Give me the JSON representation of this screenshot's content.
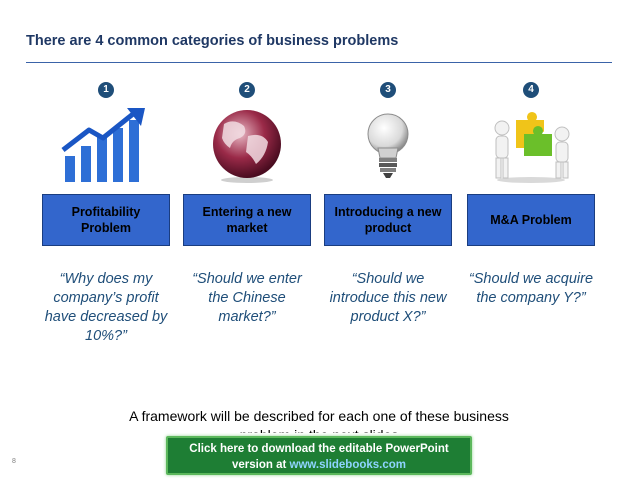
{
  "slide": {
    "title": "There are 4 common categories of business problems",
    "page_number": "8"
  },
  "categories": [
    {
      "number": "1",
      "icon": "rising-bar-chart-icon",
      "label": "Profitability Problem",
      "quote": "“Why does my company’s profit have decreased by 10%?”"
    },
    {
      "number": "2",
      "icon": "globe-icon",
      "label": "Entering a new market",
      "quote": "“Should we enter the Chinese market?”"
    },
    {
      "number": "3",
      "icon": "lightbulb-icon",
      "label": "Introducing a new product",
      "quote": "“Should we introduce this new product X?”"
    },
    {
      "number": "4",
      "icon": "puzzle-people-icon",
      "label": "M&A Problem",
      "quote": "“Should we acquire the company Y?”"
    }
  ],
  "footer": {
    "text": "A framework will be described for each one of these business problem in the next slides",
    "download_line1": "Click here to download the editable PowerPoint",
    "download_prefix": "version at ",
    "download_link": "www.slidebooks.com"
  },
  "colors": {
    "title": "#1f3864",
    "accent_line": "#3a63a8",
    "box_fill": "#3366cc",
    "number_badge": "#1f4e79",
    "quote_text": "#1f4e79",
    "download_bg": "#1e7e34"
  }
}
